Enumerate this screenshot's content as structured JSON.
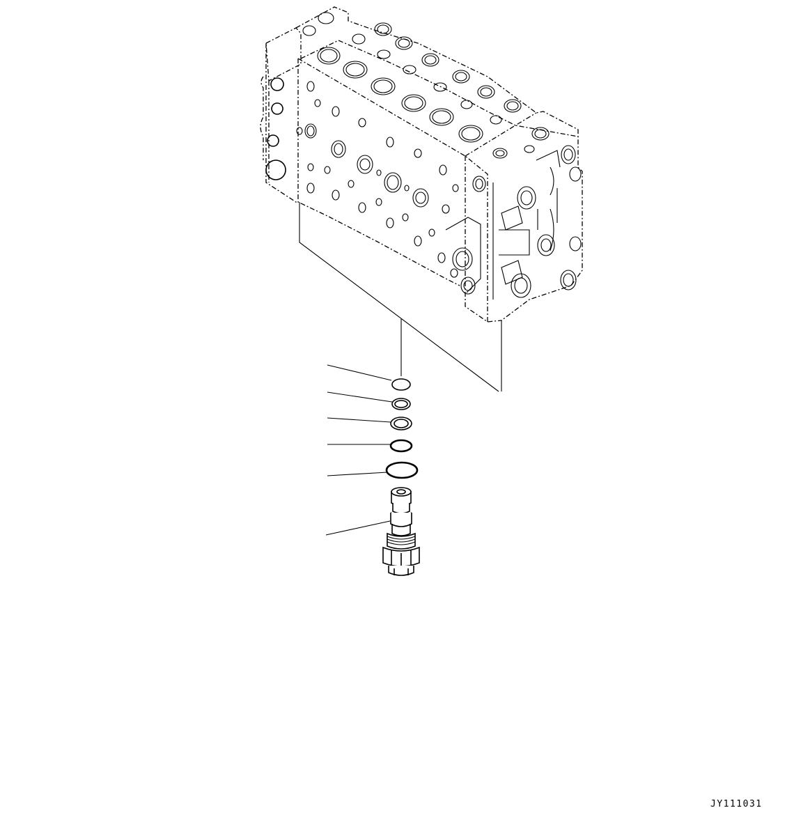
{
  "drawing": {
    "code": "JY111031",
    "parts": [
      {
        "name": "control-valve-body"
      },
      {
        "name": "o-ring-small"
      },
      {
        "name": "backup-ring-1"
      },
      {
        "name": "backup-ring-2"
      },
      {
        "name": "o-ring-medium"
      },
      {
        "name": "o-ring-large"
      },
      {
        "name": "relief-valve-cartridge"
      }
    ],
    "colors": {
      "line": "#000000",
      "background": "#ffffff"
    }
  }
}
